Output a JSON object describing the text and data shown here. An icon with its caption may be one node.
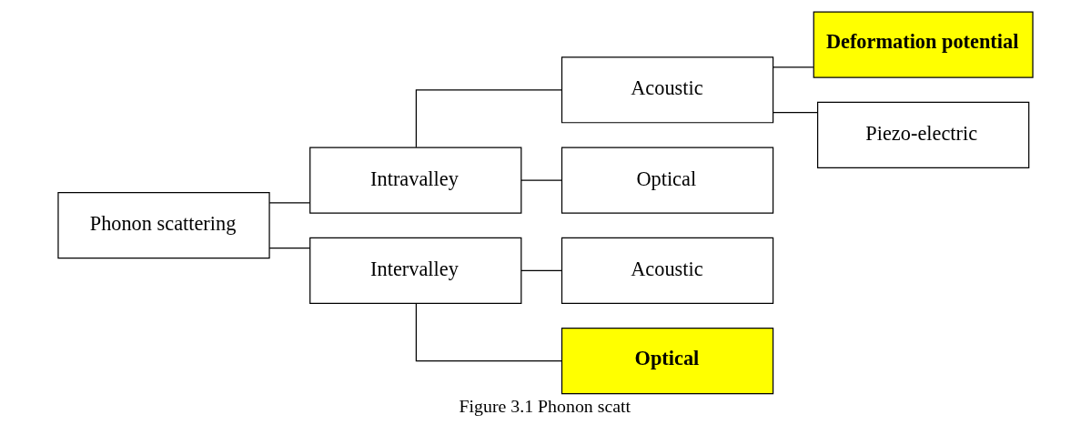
{
  "diagram": {
    "caption": "Figure 3.1 Phonon scatt",
    "nodes": [
      {
        "text": [
          "Phonon scattering"
        ]
      },
      {
        "text": [
          "Intravalley"
        ]
      },
      {
        "text": [
          "Acoustic"
        ]
      },
      {
        "text": [
          "Deformation potential"
        ]
      },
      {
        "text": [
          "Piezo-electric"
        ]
      },
      {
        "text": [
          "Optical"
        ]
      },
      {
        "text": [
          "Intervalley"
        ]
      },
      {
        "text": [
          "Acoustic"
        ]
      },
      {
        "text": [
          "Optical"
        ]
      }
    ],
    "edges": [
      {
        "from": 0,
        "to": 1,
        "arrow": "none"
      },
      {
        "from": 0,
        "to": 6,
        "arrow": "none"
      },
      {
        "from": 1,
        "to": 2,
        "arrow": "none"
      },
      {
        "from": 1,
        "to": 5,
        "arrow": "none"
      },
      {
        "from": 2,
        "to": 3,
        "arrow": "none"
      },
      {
        "from": 2,
        "to": 4,
        "arrow": "none"
      },
      {
        "from": 6,
        "to": 7,
        "arrow": "none"
      },
      {
        "from": 6,
        "to": 8,
        "arrow": "none"
      }
    ]
  }
}
